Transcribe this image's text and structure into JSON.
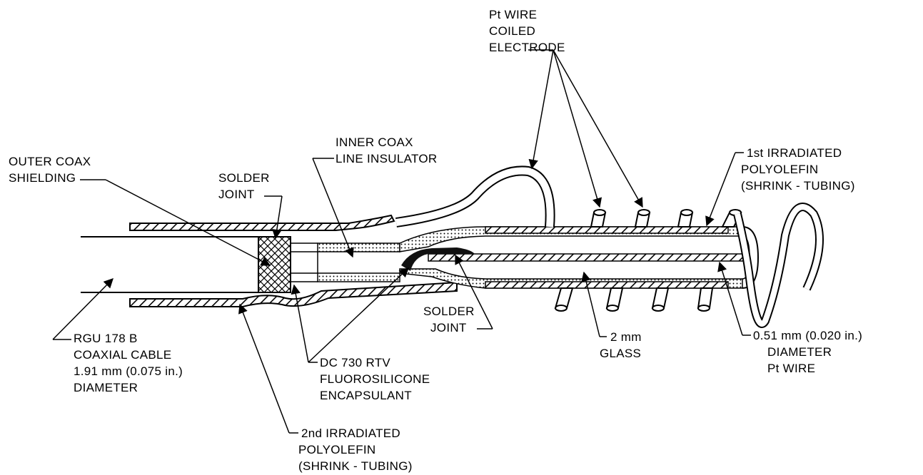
{
  "labels": {
    "pt_wire_coiled_electrode": [
      "Pt WIRE",
      "COILED",
      "ELECTRODE"
    ],
    "outer_coax_shielding": [
      "OUTER COAX",
      "SHIELDING"
    ],
    "solder_joint_top": [
      "SOLDER",
      "JOINT"
    ],
    "inner_coax_insulator": [
      "INNER COAX",
      "LINE INSULATOR"
    ],
    "first_irradiated_polyolefin": [
      "1st IRRADIATED",
      "POLYOLEFIN",
      "(SHRINK - TUBING)"
    ],
    "coaxial_cable": [
      "RGU 178 B",
      "COAXIAL CABLE",
      "1.91 mm (0.075 in.)",
      "DIAMETER"
    ],
    "encapsulant": [
      "DC 730 RTV",
      "FLUOROSILICONE",
      "ENCAPSULANT"
    ],
    "solder_joint_bottom": [
      "SOLDER",
      "JOINT"
    ],
    "glass": [
      "2 mm",
      "GLASS"
    ],
    "pt_wire_diameter": [
      "0.51 mm (0.020 in.)",
      "DIAMETER",
      "Pt WIRE"
    ],
    "second_irradiated_polyolefin": [
      "2nd IRRADIATED",
      "POLYOLEFIN",
      "(SHRINK - TUBING)"
    ]
  }
}
